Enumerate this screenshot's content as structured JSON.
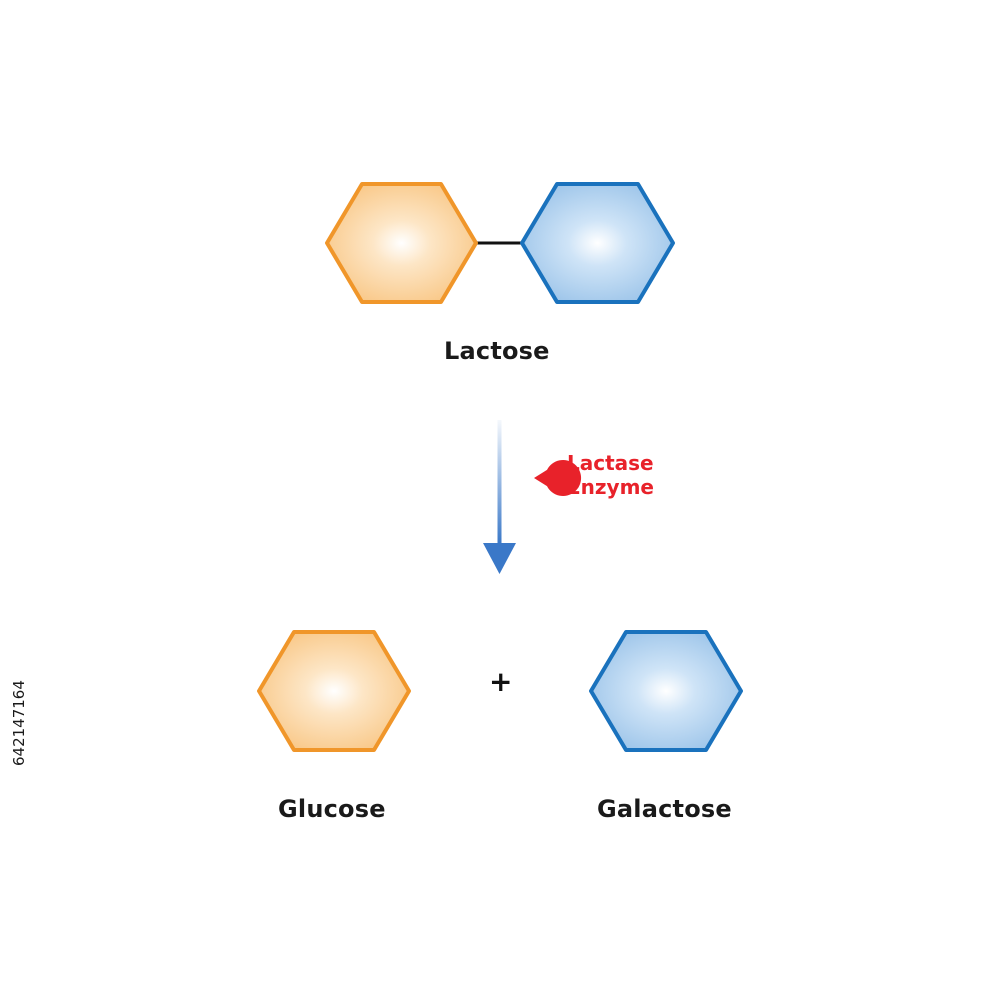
{
  "title": "",
  "reactant": {
    "label": "Lactose",
    "unit_left_color": "#f0962a",
    "unit_right_color": "#1a72bd",
    "bond_color": "#111111"
  },
  "enzyme": {
    "line1": "Lactase",
    "line2": "Enzyme",
    "color": "#e8222a"
  },
  "arrow": {
    "color": "#3a78c8"
  },
  "products": {
    "left_label": "Glucose",
    "left_color": "#f0962a",
    "operator": "+",
    "right_label": "Galactose",
    "right_color": "#1a72bd"
  },
  "watermark_id": "642147164"
}
